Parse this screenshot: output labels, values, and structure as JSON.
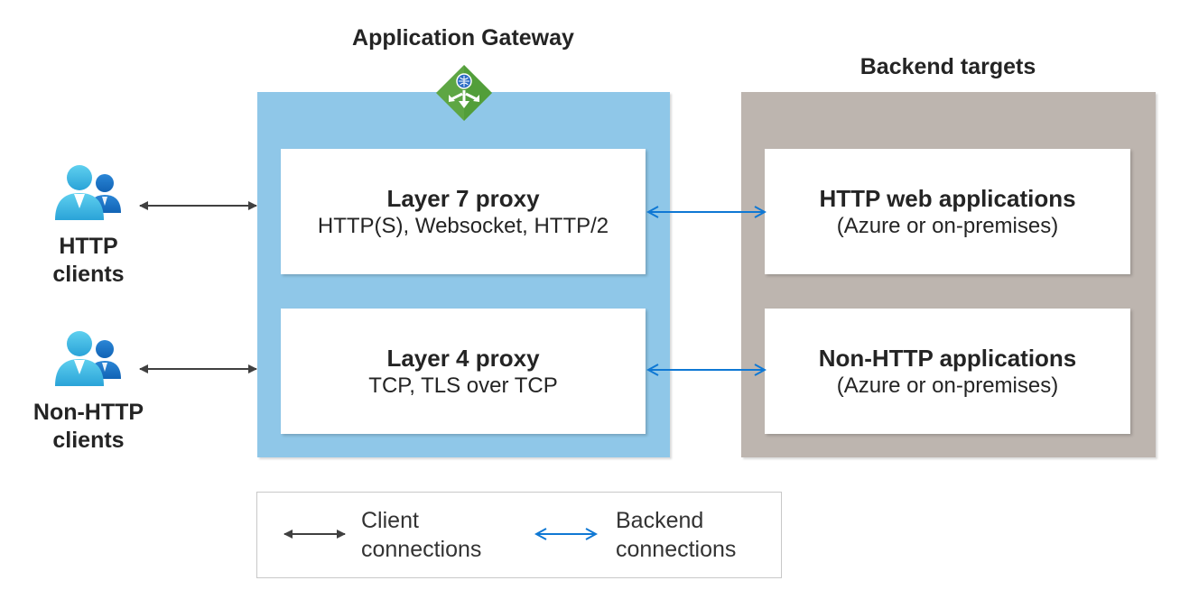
{
  "gateway": {
    "title": "Application Gateway",
    "icon": "application-gateway-icon",
    "panel_color": "#8fc7e8",
    "layer7": {
      "title": "Layer 7 proxy",
      "subtitle": "HTTP(S), Websocket, HTTP/2"
    },
    "layer4": {
      "title": "Layer 4 proxy",
      "subtitle": "TCP, TLS over TCP"
    }
  },
  "backend": {
    "title": "Backend targets",
    "panel_color": "#bdb5af",
    "http_apps": {
      "title": "HTTP web applications",
      "subtitle": "(Azure or on-premises)"
    },
    "non_http_apps": {
      "title": "Non-HTTP applications",
      "subtitle": "(Azure or on-premises)"
    }
  },
  "clients": {
    "http": {
      "line1": "HTTP",
      "line2": "clients",
      "icon": "users-icon"
    },
    "non_http": {
      "line1": "Non-HTTP",
      "line2": "clients",
      "icon": "users-icon"
    }
  },
  "legend": {
    "client": {
      "line1": "Client",
      "line2": "connections",
      "color": "#404040"
    },
    "backend": {
      "line1": "Backend",
      "line2": "connections",
      "color": "#0f78d4"
    }
  }
}
